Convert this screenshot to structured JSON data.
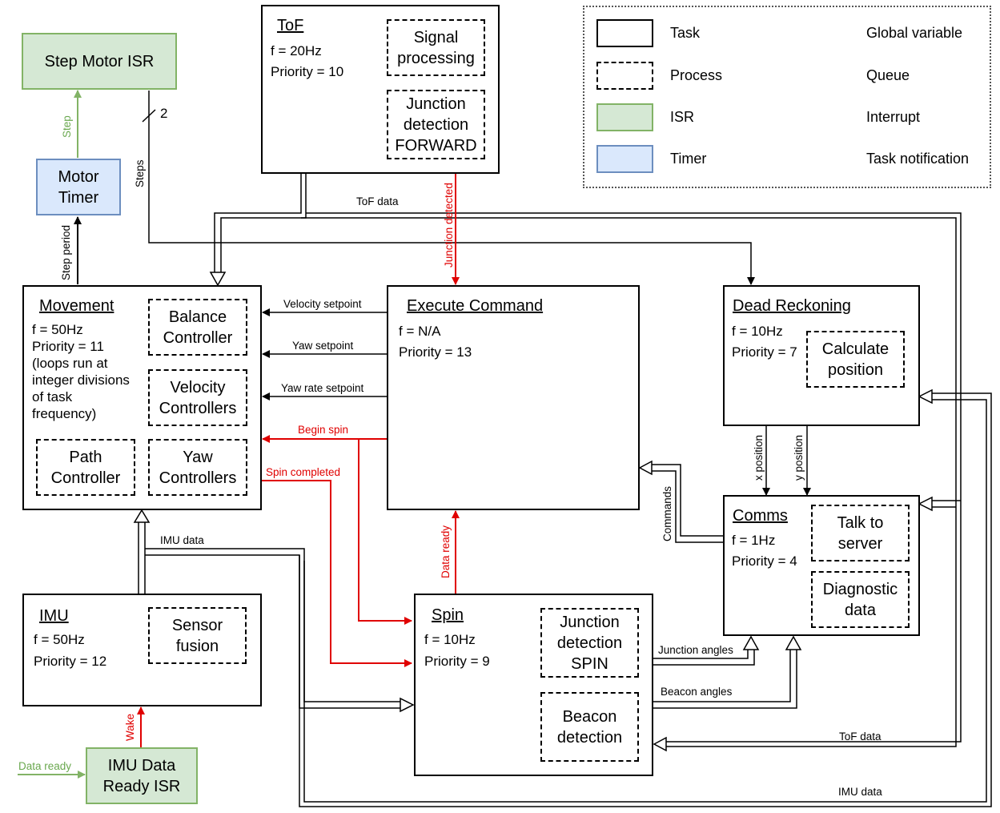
{
  "legend": {
    "task": "Task",
    "process": "Process",
    "isr": "ISR",
    "timer": "Timer",
    "global_variable": "Global variable",
    "queue": "Queue",
    "interrupt": "Interrupt",
    "task_notification": "Task notification"
  },
  "colors": {
    "isr_fill": "#d5e8d4",
    "isr_border": "#82b366",
    "timer_fill": "#dae8fc",
    "timer_border": "#6c8ebf",
    "notification": "#e00000",
    "interrupt": "#82b366",
    "global": "#000000"
  },
  "nodes": {
    "step_motor_isr": "Step Motor ISR",
    "motor_timer": "Motor\nTimer",
    "imu_ready_isr": "IMU Data\nReady ISR",
    "tof": {
      "title": "ToF",
      "freq": "f = 20Hz",
      "priority": "Priority = 10",
      "signal_processing": "Signal\nprocessing",
      "junction_forward": "Junction\ndetection\nFORWARD"
    },
    "movement": {
      "title": "Movement",
      "details": "f = 50Hz\nPriority = 11\n(loops run at\ninteger divisions\nof task\nfrequency)",
      "balance": "Balance\nController",
      "velocity": "Velocity\nControllers",
      "path": "Path\nController",
      "yaw": "Yaw\nControllers"
    },
    "execute": {
      "title": "Execute Command",
      "freq": "f = N/A",
      "priority": "Priority = 13"
    },
    "dead_reckoning": {
      "title": "Dead Reckoning",
      "freq": "f = 10Hz",
      "priority": "Priority = 7",
      "calc": "Calculate\nposition"
    },
    "comms": {
      "title": "Comms",
      "freq": "f = 1Hz",
      "priority": "Priority = 4",
      "talk": "Talk to\nserver",
      "diag": "Diagnostic\ndata"
    },
    "imu": {
      "title": "IMU",
      "freq": "f = 50Hz",
      "priority": "Priority = 12",
      "fusion": "Sensor\nfusion"
    },
    "spin": {
      "title": "Spin",
      "freq": "f = 10Hz",
      "priority": "Priority = 9",
      "junction_spin": "Junction\ndetection\nSPIN",
      "beacon": "Beacon\ndetection"
    }
  },
  "edges": {
    "step": "Step",
    "bus_width": "2",
    "steps": "Steps",
    "step_period": "Step period",
    "tof_data_top": "ToF data",
    "junction_detected": "Junction detected",
    "velocity_setpoint": "Velocity setpoint",
    "yaw_setpoint": "Yaw setpoint",
    "yaw_rate_setpoint": "Yaw rate setpoint",
    "begin_spin": "Begin spin",
    "spin_completed": "Spin completed",
    "imu_data_top": "IMU data",
    "data_ready_spin": "Data ready",
    "commands": "Commands",
    "x_position": "x position",
    "y_position": "y position",
    "junction_angles": "Junction angles",
    "beacon_angles": "Beacon angles",
    "tof_data_bottom": "ToF data",
    "imu_data_bottom": "IMU data",
    "wake": "Wake",
    "data_ready_imu": "Data ready"
  }
}
